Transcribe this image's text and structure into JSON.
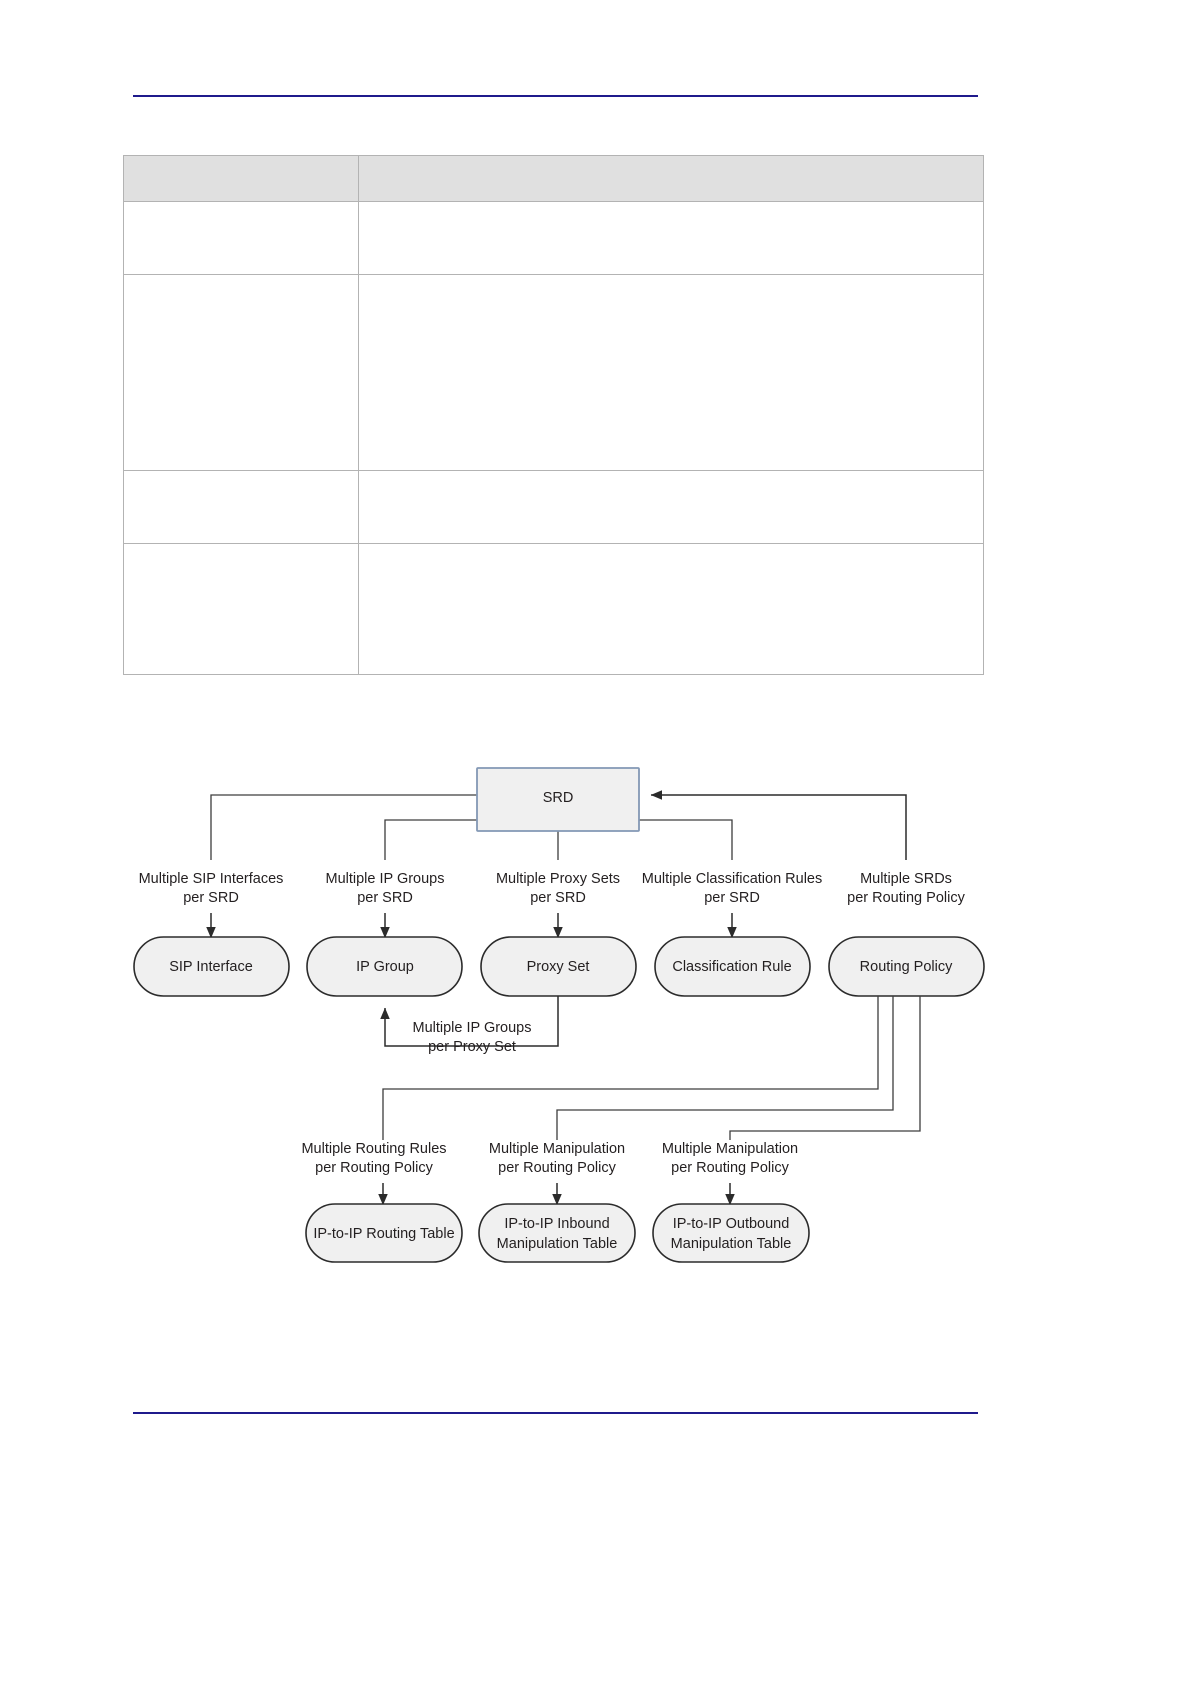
{
  "page": {
    "header_rule_color": "#1f1a8c",
    "footer_rule_color": "#1f1a8c"
  },
  "table": {
    "columns": [
      "",
      ""
    ],
    "header": [
      "",
      ""
    ],
    "rows": [
      [
        "",
        ""
      ],
      [
        "",
        ""
      ],
      [
        "",
        ""
      ],
      [
        "",
        ""
      ]
    ]
  },
  "diagram": {
    "title": "",
    "root": {
      "label": "SRD"
    },
    "tier1": [
      {
        "label": "SIP Interface",
        "edge_line1": "Multiple SIP Interfaces",
        "edge_line2": "per SRD"
      },
      {
        "label": "IP Group",
        "edge_line1": "Multiple IP Groups",
        "edge_line2": "per SRD"
      },
      {
        "label": "Proxy Set",
        "edge_line1": "Multiple Proxy Sets",
        "edge_line2": "per SRD"
      },
      {
        "label": "Classification Rule",
        "edge_line1": "Multiple Classification Rules",
        "edge_line2": "per SRD"
      },
      {
        "label": "Routing Policy",
        "edge_line1": "Multiple SRDs",
        "edge_line2": "per Routing Policy"
      }
    ],
    "feedback": {
      "line1": "Multiple IP Groups",
      "line2": "per Proxy Set"
    },
    "tier2": [
      {
        "label_line1": "IP-to-IP Routing Table",
        "label_line2": "",
        "edge_line1": "Multiple Routing Rules",
        "edge_line2": "per Routing Policy"
      },
      {
        "label_line1": "IP-to-IP Inbound",
        "label_line2": "Manipulation Table",
        "edge_line1": "Multiple Manipulation",
        "edge_line2": "per Routing Policy"
      },
      {
        "label_line1": "IP-to-IP Outbound",
        "label_line2": "Manipulation Table",
        "edge_line1": "Multiple Manipulation",
        "edge_line2": "per Routing Policy"
      }
    ]
  }
}
